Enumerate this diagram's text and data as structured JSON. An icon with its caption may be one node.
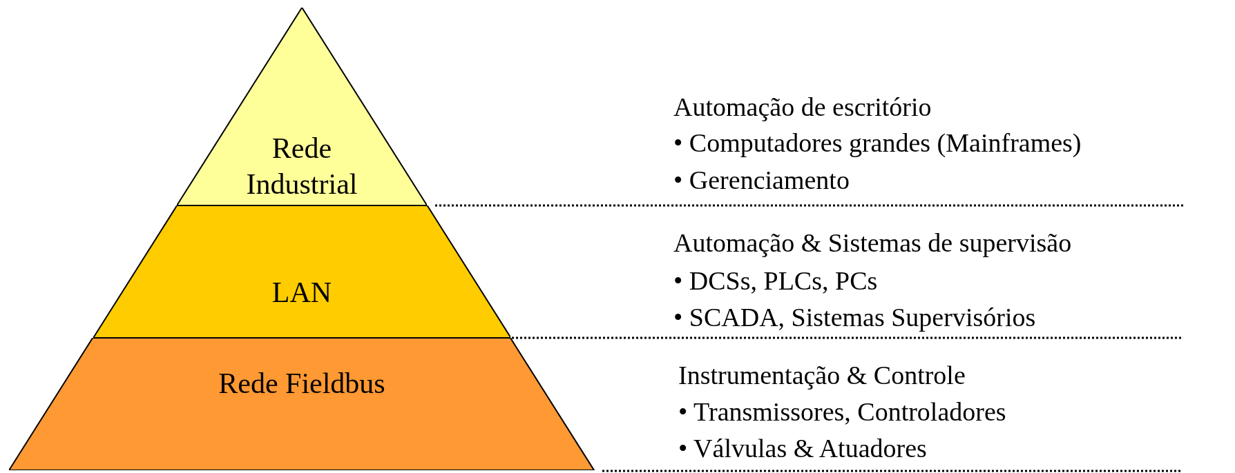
{
  "diagram": {
    "nodes": [
      {
        "text": [
          "Rede Industrial"
        ]
      },
      {
        "text": [
          "LAN"
        ]
      },
      {
        "text": [
          "Rede Fieldbus"
        ]
      }
    ],
    "labels": [
      "Automação de escritório",
      "• Computadores grandes (Mainframes)",
      "• Gerenciamento",
      "Automação & Sistemas de supervisão",
      "• DCSs, PLCs, PCs",
      "• SCADA, Sistemas Supervisórios",
      "Instrumentação & Controle",
      "• Transmissores, Controladores",
      "• Válvulas & Atuadores"
    ]
  }
}
